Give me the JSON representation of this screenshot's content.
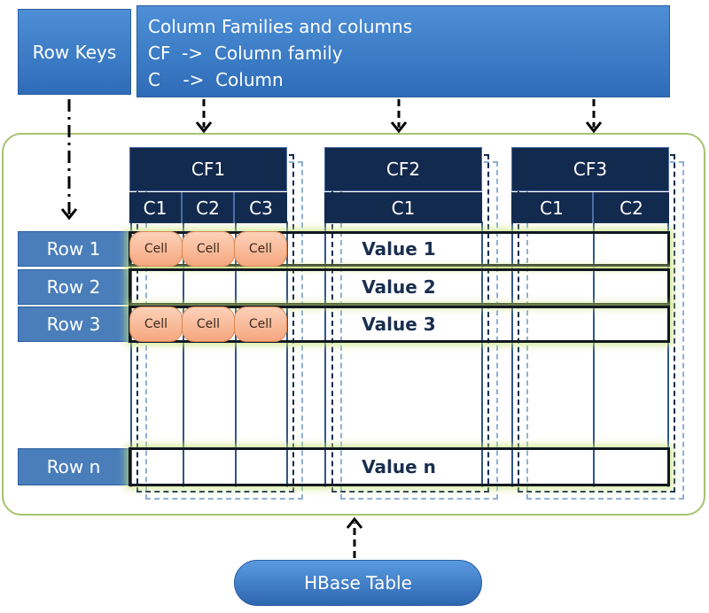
{
  "row_keys_label": "Row Keys",
  "legend": {
    "title": "Column Families and columns",
    "line1": "CF  ->  Column family",
    "line2": "C    ->  Column"
  },
  "families": [
    {
      "name": "CF1",
      "columns": [
        "C1",
        "C2",
        "C3"
      ]
    },
    {
      "name": "CF2",
      "columns": [
        "C1"
      ]
    },
    {
      "name": "CF3",
      "columns": [
        "C1",
        "C2"
      ]
    }
  ],
  "rows": [
    "Row 1",
    "Row 2",
    "Row 3",
    "Row n"
  ],
  "values": [
    "Value 1",
    "Value 2",
    "Value 3",
    "Value n"
  ],
  "cell_label": "Cell",
  "table_label": "HBase Table"
}
